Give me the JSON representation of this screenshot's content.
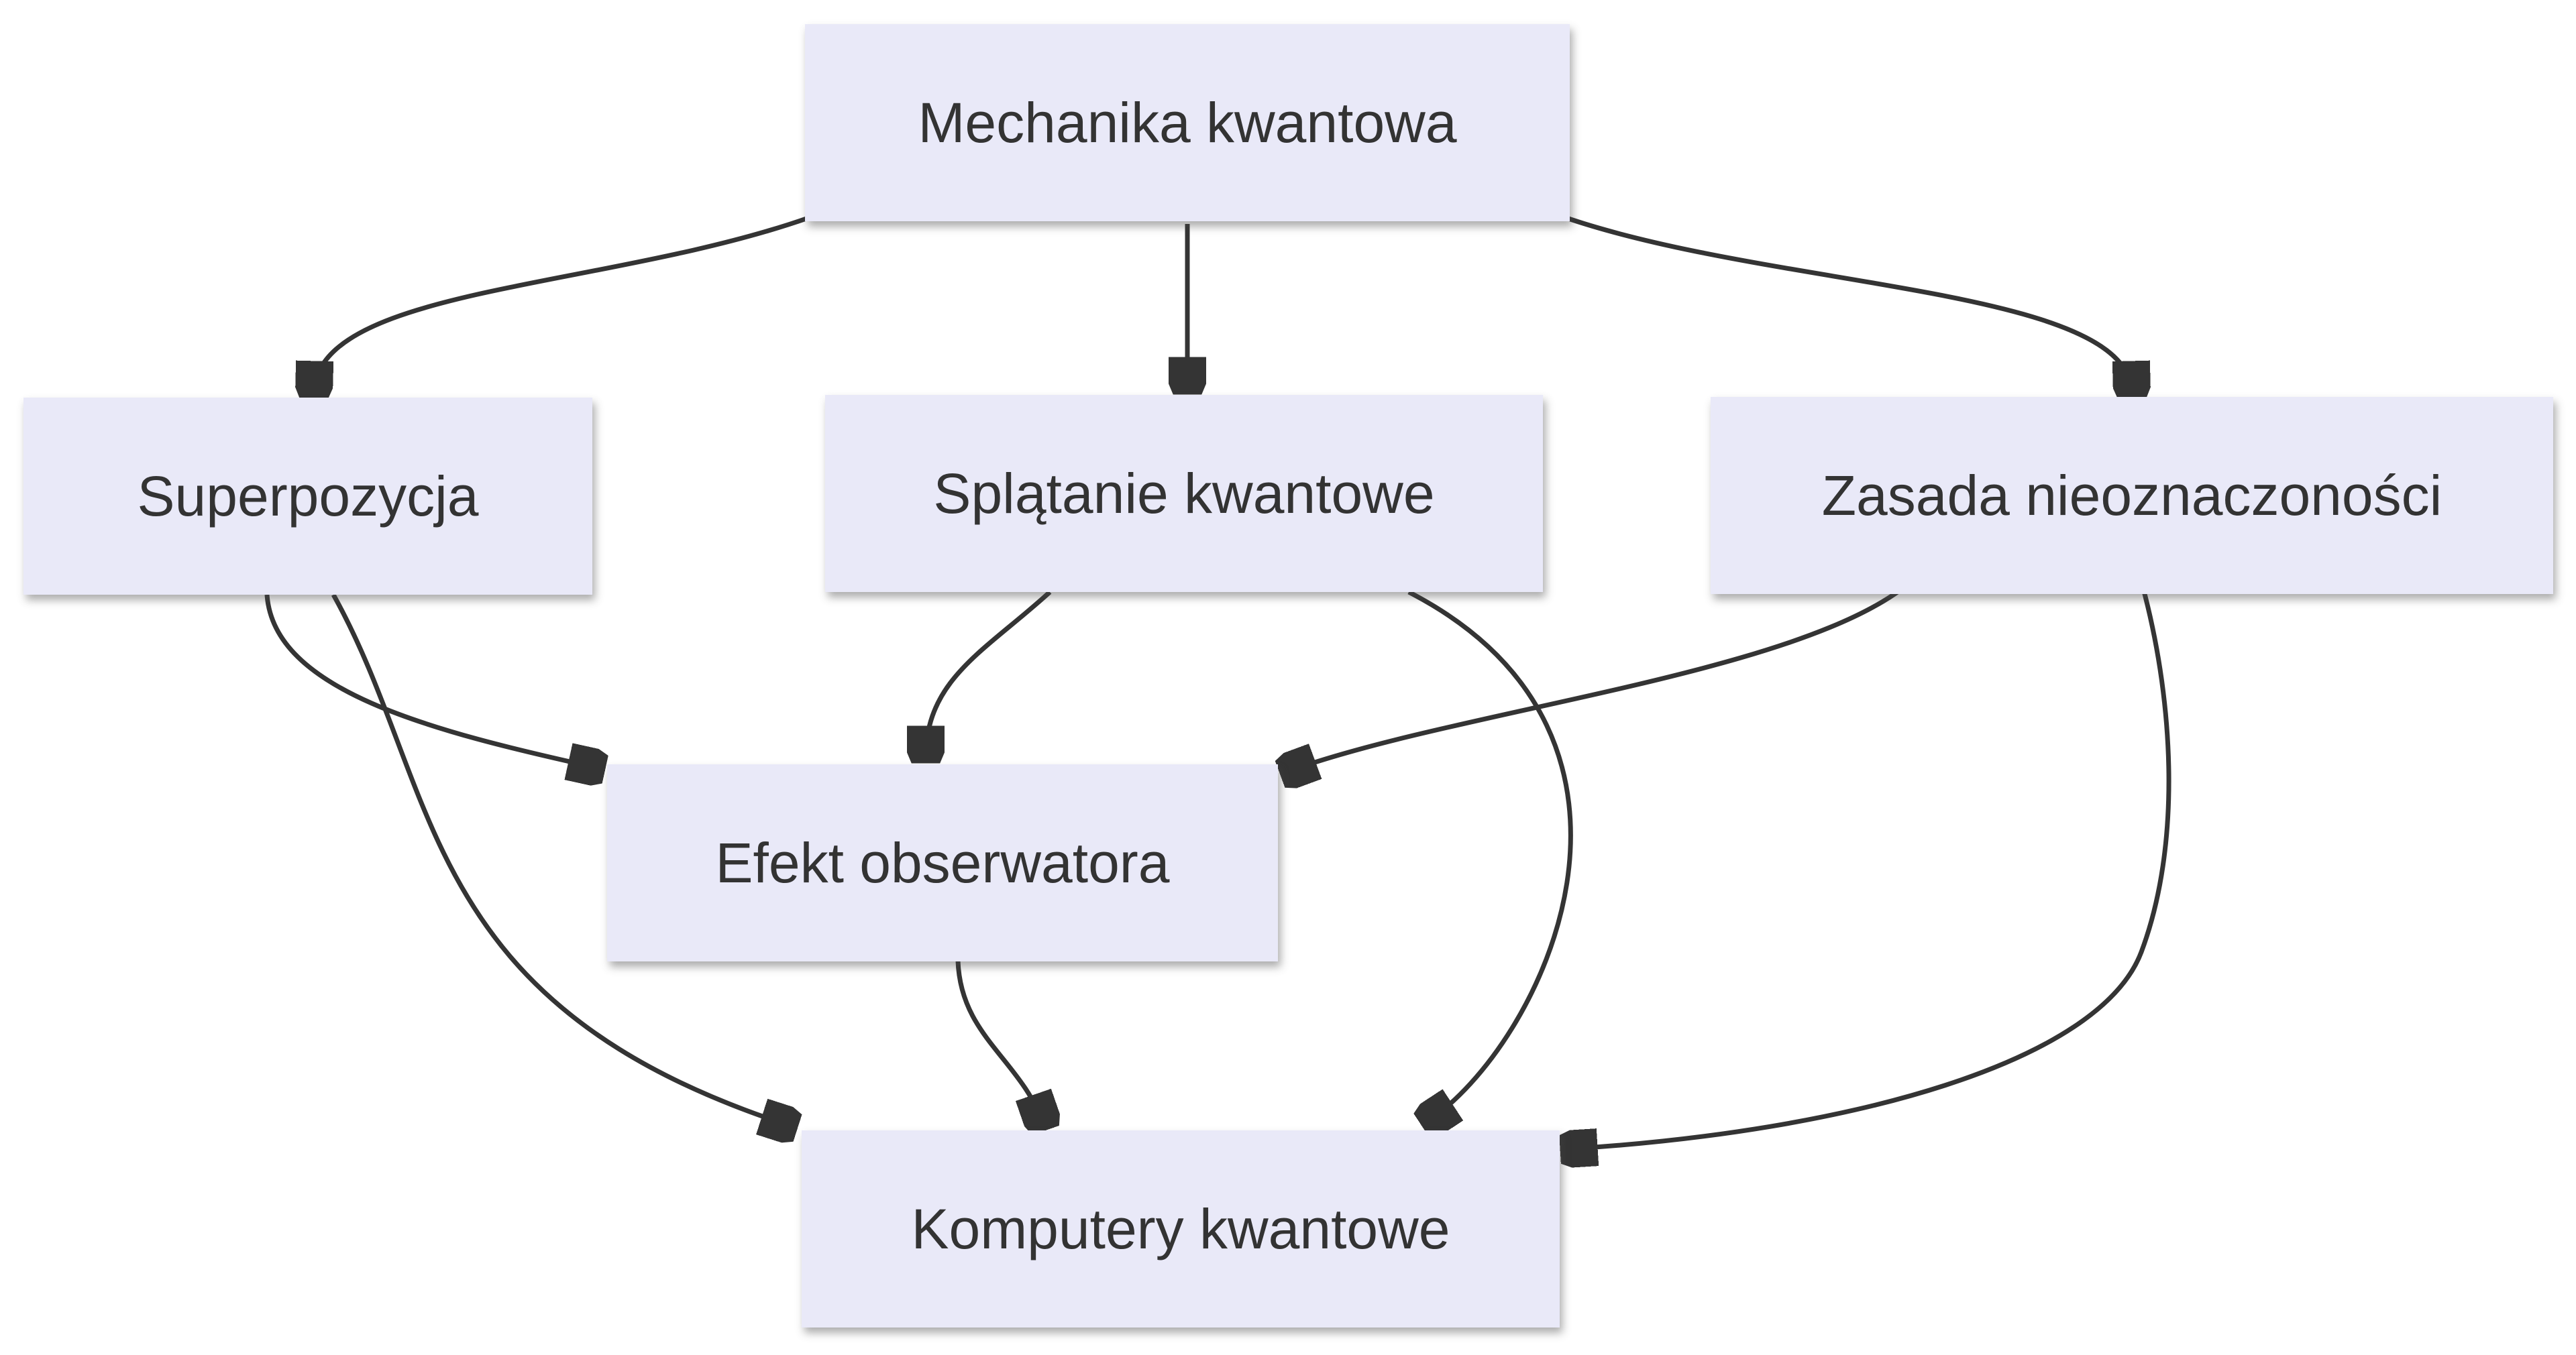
{
  "diagram": {
    "type": "flowchart",
    "language": "pl",
    "colors": {
      "background": "#ffffff",
      "node_fill": "#e9e9f8",
      "node_text": "#333333",
      "edge": "#343434"
    },
    "nodes": {
      "mechanika": {
        "label": "Mechanika kwantowa"
      },
      "superpozycja": {
        "label": "Superpozycja"
      },
      "splatanie": {
        "label": "Splątanie kwantowe"
      },
      "zasada": {
        "label": "Zasada nieoznaczoności"
      },
      "efekt": {
        "label": "Efekt obserwatora"
      },
      "komputery": {
        "label": "Komputery kwantowe"
      }
    },
    "edges": [
      {
        "from": "Mechanika kwantowa",
        "to": "Superpozycja"
      },
      {
        "from": "Mechanika kwantowa",
        "to": "Splątanie kwantowe"
      },
      {
        "from": "Mechanika kwantowa",
        "to": "Zasada nieoznaczoności"
      },
      {
        "from": "Superpozycja",
        "to": "Efekt obserwatora"
      },
      {
        "from": "Superpozycja",
        "to": "Komputery kwantowe"
      },
      {
        "from": "Splątanie kwantowe",
        "to": "Efekt obserwatora"
      },
      {
        "from": "Splątanie kwantowe",
        "to": "Komputery kwantowe"
      },
      {
        "from": "Zasada nieoznaczoności",
        "to": "Efekt obserwatora"
      },
      {
        "from": "Zasada nieoznaczoności",
        "to": "Komputery kwantowe"
      },
      {
        "from": "Efekt obserwatora",
        "to": "Komputery kwantowe"
      }
    ]
  }
}
